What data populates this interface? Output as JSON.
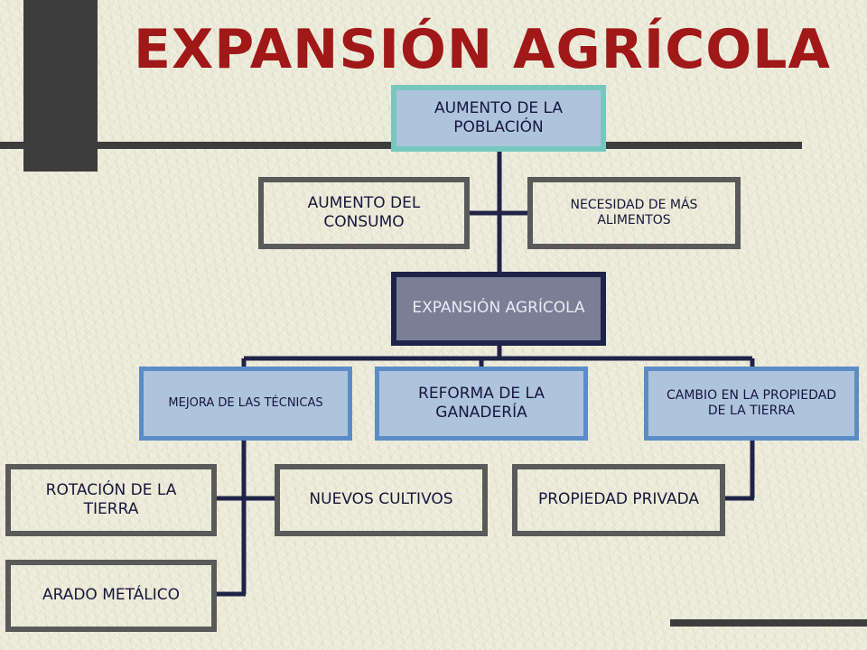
{
  "title": "EXPANSIÓN AGRÍCOLA",
  "nodes": {
    "aumento_poblacion": "AUMENTO DE LA POBLACIÓN",
    "aumento_consumo": "AUMENTO DEL CONSUMO",
    "necesidad_alimentos": "NECESIDAD DE MÁS ALIMENTOS",
    "expansion_agricola": "EXPANSIÓN AGRÍCOLA",
    "mejora_tecnicas": "MEJORA DE LAS TÉCNICAS",
    "reforma_ganaderia": "REFORMA DE LA GANADERÍA",
    "cambio_propiedad": "CAMBIO EN LA PROPIEDAD DE LA TIERRA",
    "rotacion_tierra": "ROTACIÓN DE LA TIERRA",
    "nuevos_cultivos": "NUEVOS CULTIVOS",
    "arado_metalico": "ARADO METÁLICO",
    "propiedad_privada": "PROPIEDAD PRIVADA"
  },
  "colors": {
    "title": "#a01818",
    "connector": "#1f2347",
    "grey_border": "#5a5a5a",
    "blue_border": "#5b8cc6",
    "blue_fill": "#aec4dd",
    "teal_border": "#76c8bf",
    "center_fill": "#7a7f96"
  }
}
